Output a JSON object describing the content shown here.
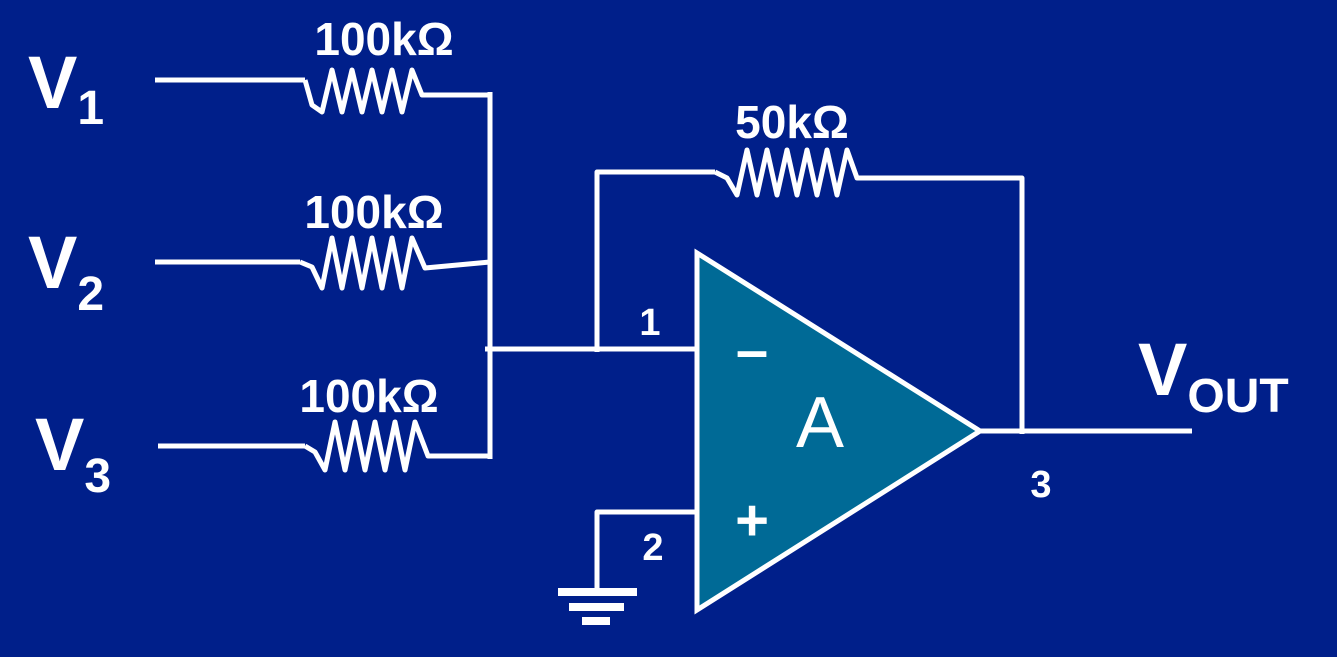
{
  "colors": {
    "background": "#001f8a",
    "wire": "#ffffff",
    "opamp_fill": "#006a96"
  },
  "inputs": [
    {
      "name": "V",
      "subscript": "1",
      "resistor": "100kΩ"
    },
    {
      "name": "V",
      "subscript": "2",
      "resistor": "100kΩ"
    },
    {
      "name": "V",
      "subscript": "3",
      "resistor": "100kΩ"
    }
  ],
  "feedback": {
    "resistor": "50kΩ"
  },
  "opamp": {
    "label": "A",
    "inverting_sign": "–",
    "noninverting_sign": "+",
    "pin_inverting": "1",
    "pin_noninverting": "2",
    "pin_output": "3"
  },
  "output": {
    "name": "V",
    "subscript": "OUT"
  },
  "icons": [
    "resistor-icon",
    "ground-icon",
    "opamp-icon"
  ]
}
